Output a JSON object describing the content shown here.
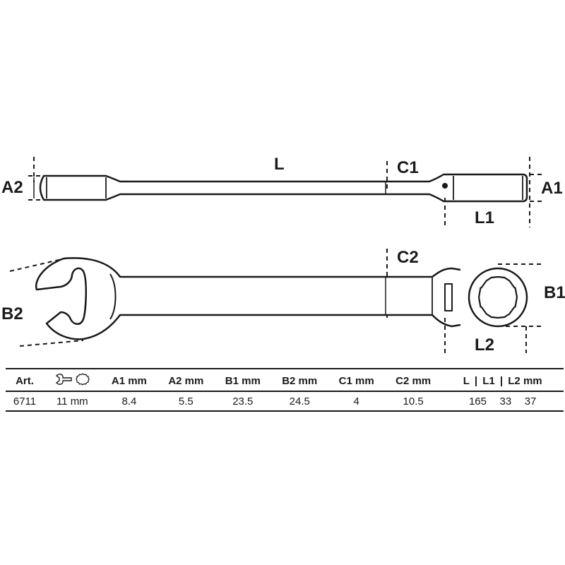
{
  "labels": {
    "L": "L",
    "C1": "C1",
    "A2": "A2",
    "A1": "A1",
    "L1": "L1",
    "C2": "C2",
    "B1": "B1",
    "B2": "B2",
    "L2": "L2"
  },
  "icons": [
    "open-end-wrench-icon",
    "twelve-point-ring-icon"
  ],
  "table": {
    "headers": {
      "art": "Art.",
      "a1": "A1  mm",
      "a2": "A2  mm",
      "b1": "B1  mm",
      "b2": "B2  mm",
      "c1": "C1 mm",
      "c2": "C2 mm",
      "l": "L",
      "l1": "L1",
      "l2": "L2  mm",
      "sep": "|"
    },
    "row": {
      "art": "6711",
      "size": "11 mm",
      "a1": "8.4",
      "a2": "5.5",
      "b1": "23.5",
      "b2": "24.5",
      "c1": "4",
      "c2": "10.5",
      "l": "165",
      "l1": "33",
      "l2": "37"
    }
  }
}
